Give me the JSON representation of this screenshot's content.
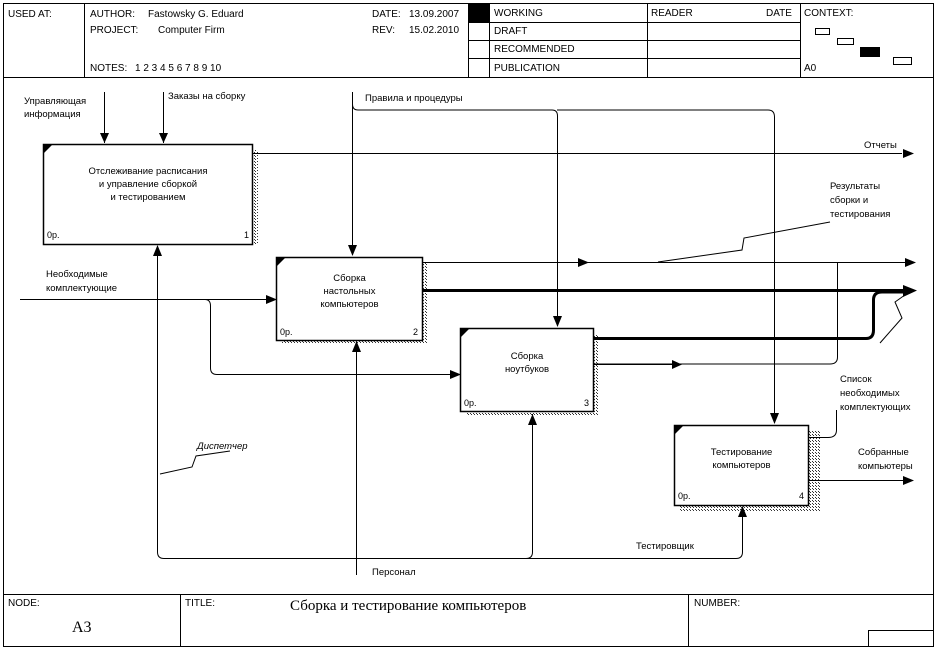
{
  "header": {
    "used_at_label": "USED AT:",
    "author_label": "AUTHOR:",
    "author_value": "Fastowsky G. Eduard",
    "project_label": "PROJECT:",
    "project_value": "Computer Firm",
    "notes_label": "NOTES:",
    "notes_value": "1  2  3  4  5  6  7  8  9  10",
    "date_label": "DATE:",
    "date_value": "13.09.2007",
    "rev_label": "REV:",
    "rev_value": "15.02.2010",
    "status": [
      "WORKING",
      "DRAFT",
      "RECOMMENDED",
      "PUBLICATION"
    ],
    "reader_label": "READER",
    "reader_date_label": "DATE",
    "context_label": "CONTEXT:",
    "context_node": "A0"
  },
  "blocks": [
    {
      "text": "Отслеживание расписания\nи управление сборкой\nи тестированием",
      "cost": "0р.",
      "num": "1"
    },
    {
      "text": "Сборка\nнастольных\nкомпьютеров",
      "cost": "0р.",
      "num": "2"
    },
    {
      "text": "Сборка\nноутбуков",
      "cost": "0р.",
      "num": "3"
    },
    {
      "text": "Тестирование\nкомпьютеров",
      "cost": "0р.",
      "num": "4"
    }
  ],
  "arrows": {
    "control_info": "Управляющая\nинформация",
    "orders": "Заказы на сборку",
    "rules": "Правила и процедуры",
    "reports": "Отчеты",
    "results": "Результаты\nсборки и\nтестирования",
    "components": "Необходимые\nкомплектующие",
    "dispatcher": "Диспетчер",
    "needed_list": "Список\nнеобходимых\nкомплектующих",
    "assembled": "Собранные\nкомпьютеры",
    "tester": "Тестировщик",
    "personnel": "Персонал"
  },
  "footer": {
    "node_label": "NODE:",
    "node_value": "A3",
    "title_label": "TITLE:",
    "title_value": "Сборка и  тестирование  компьютеров",
    "number_label": "NUMBER:"
  }
}
